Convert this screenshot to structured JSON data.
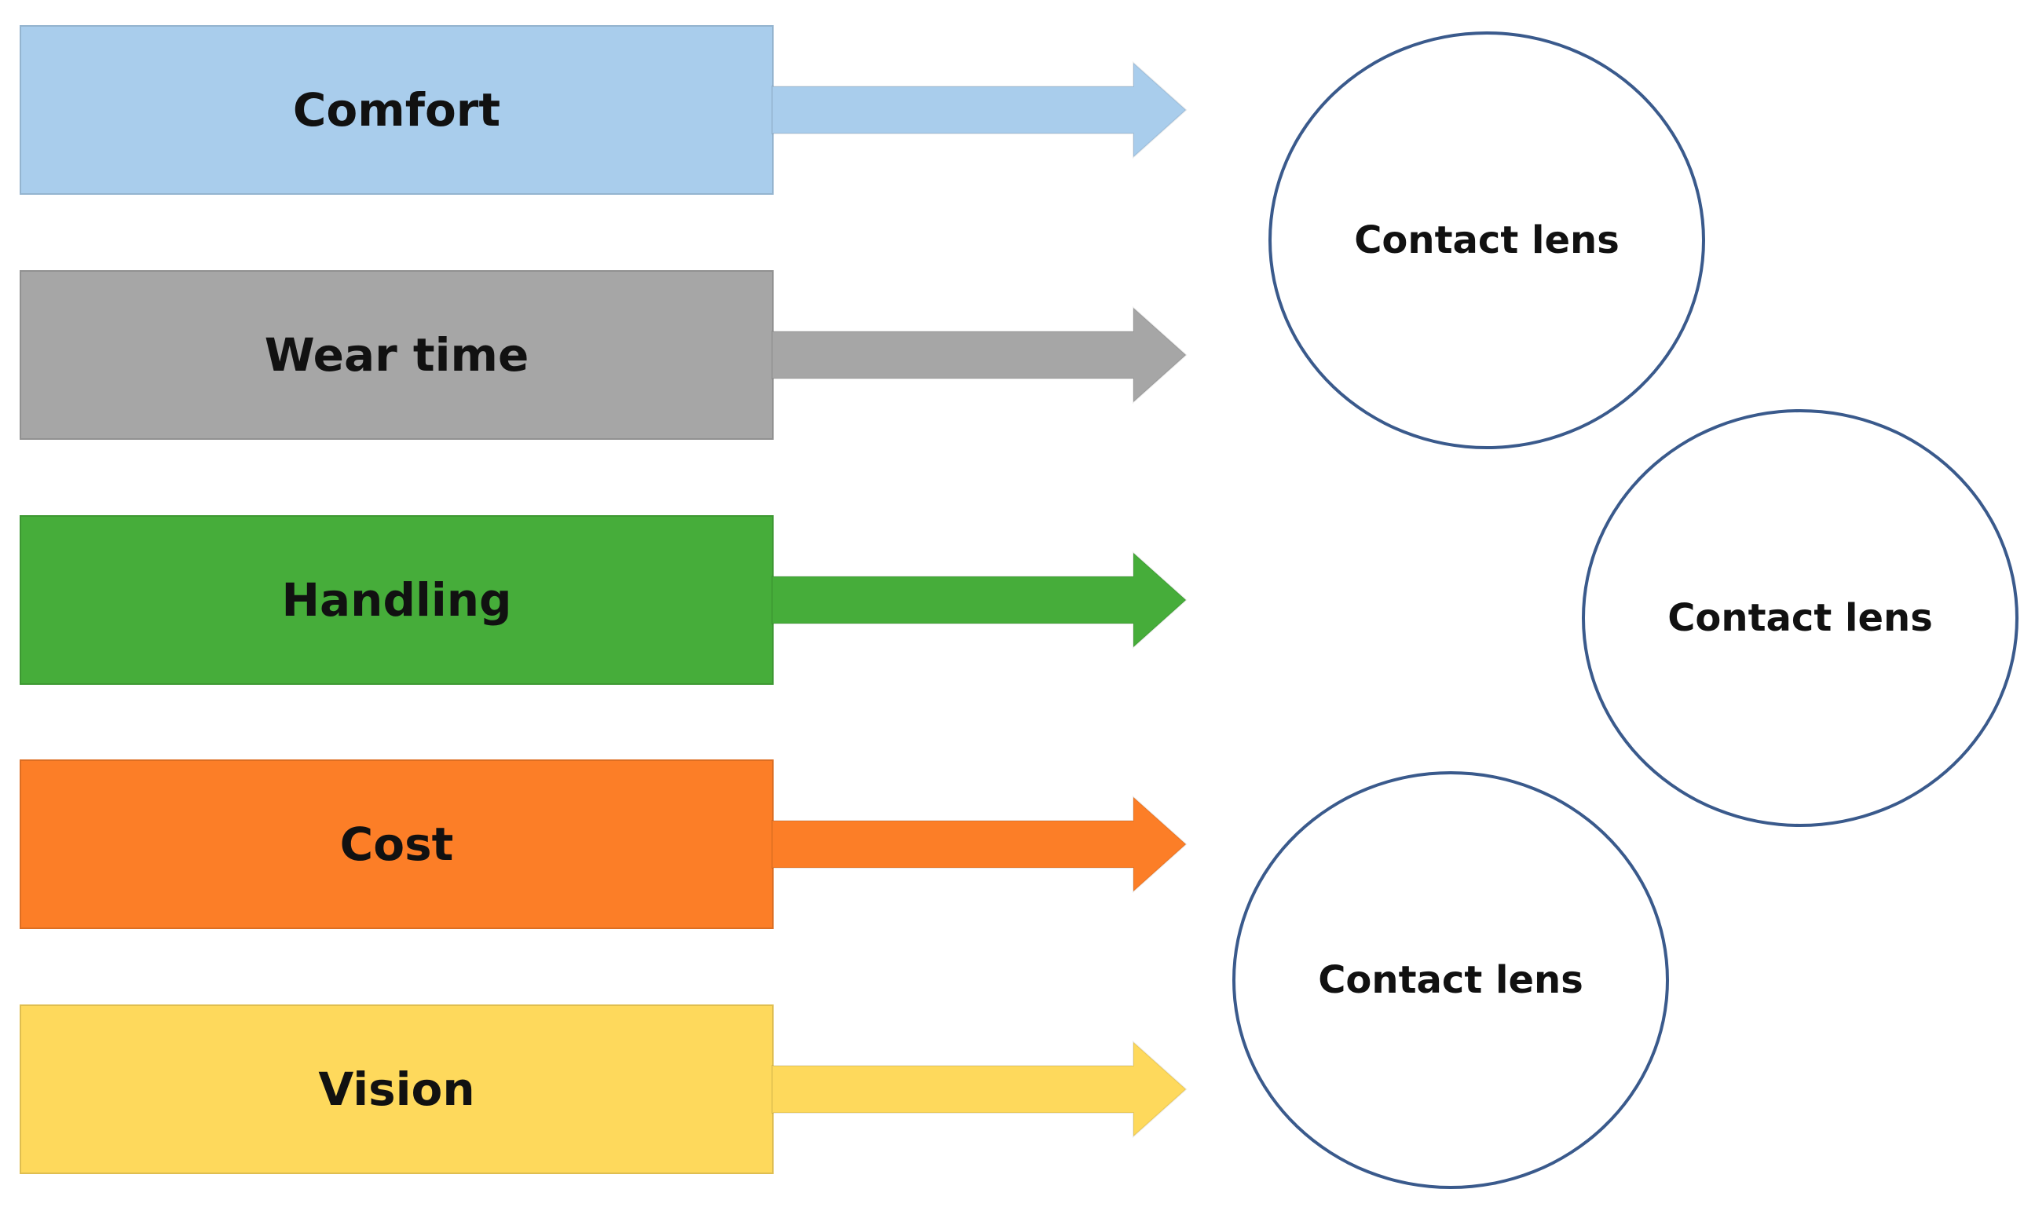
{
  "factors": [
    {
      "label": "Comfort",
      "color": "#a9cdec"
    },
    {
      "label": "Wear time",
      "color": "#a6a6a6"
    },
    {
      "label": "Handling",
      "color": "#46ad3a"
    },
    {
      "label": "Cost",
      "color": "#fc7e27"
    },
    {
      "label": "Vision",
      "color": "#fed95c"
    }
  ],
  "lenses": [
    {
      "label": "Contact lens"
    },
    {
      "label": "Contact lens"
    },
    {
      "label": "Contact lens"
    }
  ]
}
